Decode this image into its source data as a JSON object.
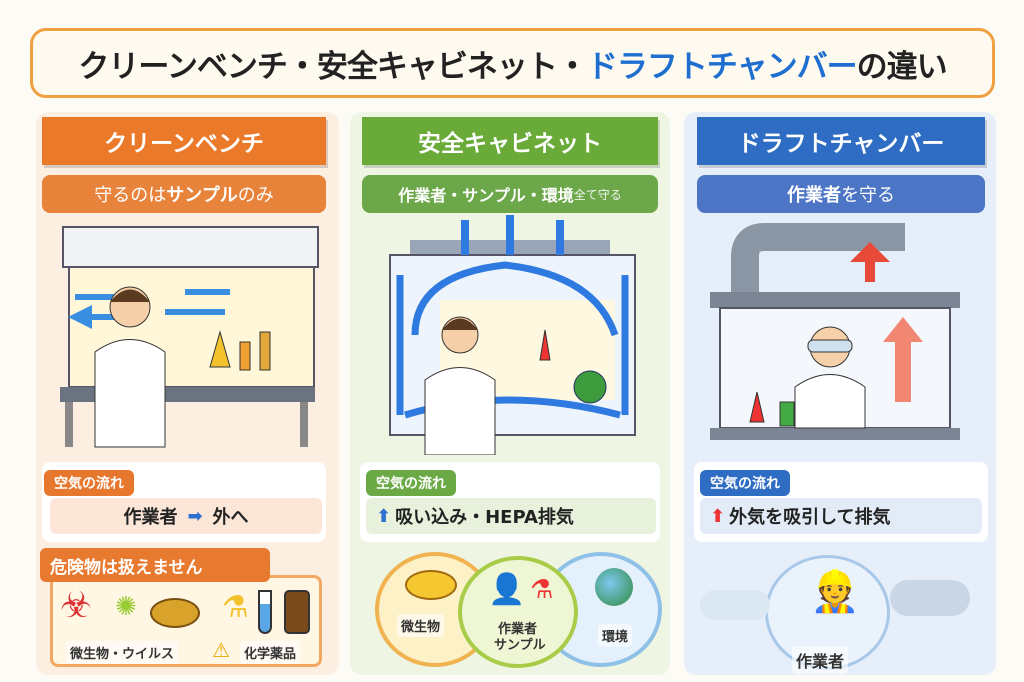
{
  "title": {
    "part1": "クリーンベンチ・安全キャビネット・",
    "part2": "ドラフトチャンバー",
    "part3": "の違い"
  },
  "columns": [
    {
      "header": "クリーンベンチ",
      "subtitle_a": "守るのは",
      "subtitle_b": "サンプル",
      "subtitle_c": "のみ",
      "airflow_tag": "空気の流れ",
      "airflow_from": "作業者",
      "airflow_to": "外へ",
      "danger_tag": "危険物は扱えません",
      "danger_label1": "微生物・ウイルス",
      "danger_label2": "化学薬品",
      "color": "#e8772e"
    },
    {
      "header": "安全キャビネット",
      "subtitle_a": "作業者・サンプル・環境",
      "subtitle_small": "全て守る",
      "airflow_tag": "空気の流れ",
      "airflow_text": "吸い込み・HEPA排気",
      "venn": [
        "微生物",
        "作業者",
        "サンプル",
        "環境"
      ],
      "color": "#6aa944"
    },
    {
      "header": "ドラフトチャンバー",
      "subtitle_a": "作業者",
      "subtitle_b": "を守る",
      "airflow_tag": "空気の流れ",
      "airflow_text": "外気を吸引して排気",
      "person_label": "作業者",
      "color": "#2f6fc6"
    }
  ]
}
